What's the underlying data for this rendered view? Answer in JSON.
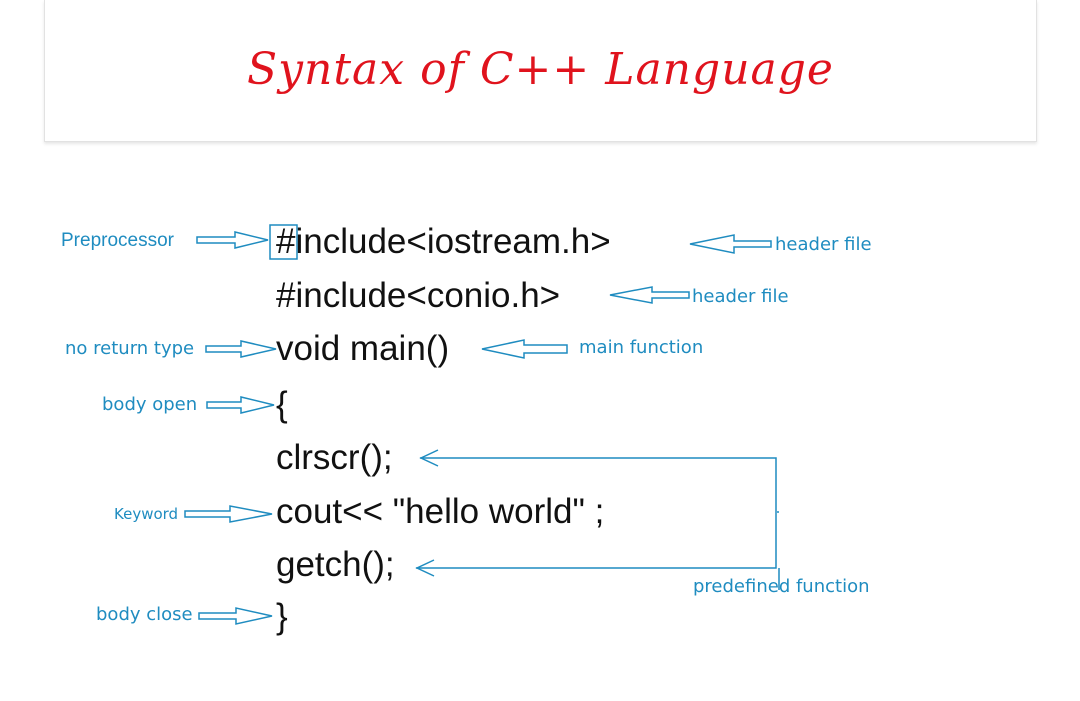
{
  "title": "Syntax of C++ Language",
  "code_lines": [
    "#include<iostream.h>",
    "#include<conio.h>",
    "void main()",
    "{",
    "clrscr();",
    "cout<< \"hello world\" ;",
    "getch();",
    "}"
  ],
  "labels": {
    "preprocessor": "Preprocessor",
    "header_file_1": "header file",
    "header_file_2": "header file",
    "no_return_type": "no return type",
    "main_function": "main function",
    "body_open": "body open",
    "keyword": "Keyword",
    "predefined_function": "predefined function",
    "body_close": "body close"
  },
  "colors": {
    "title": "#e0131d",
    "annotation": "#1f8cc0",
    "code": "#111111"
  }
}
